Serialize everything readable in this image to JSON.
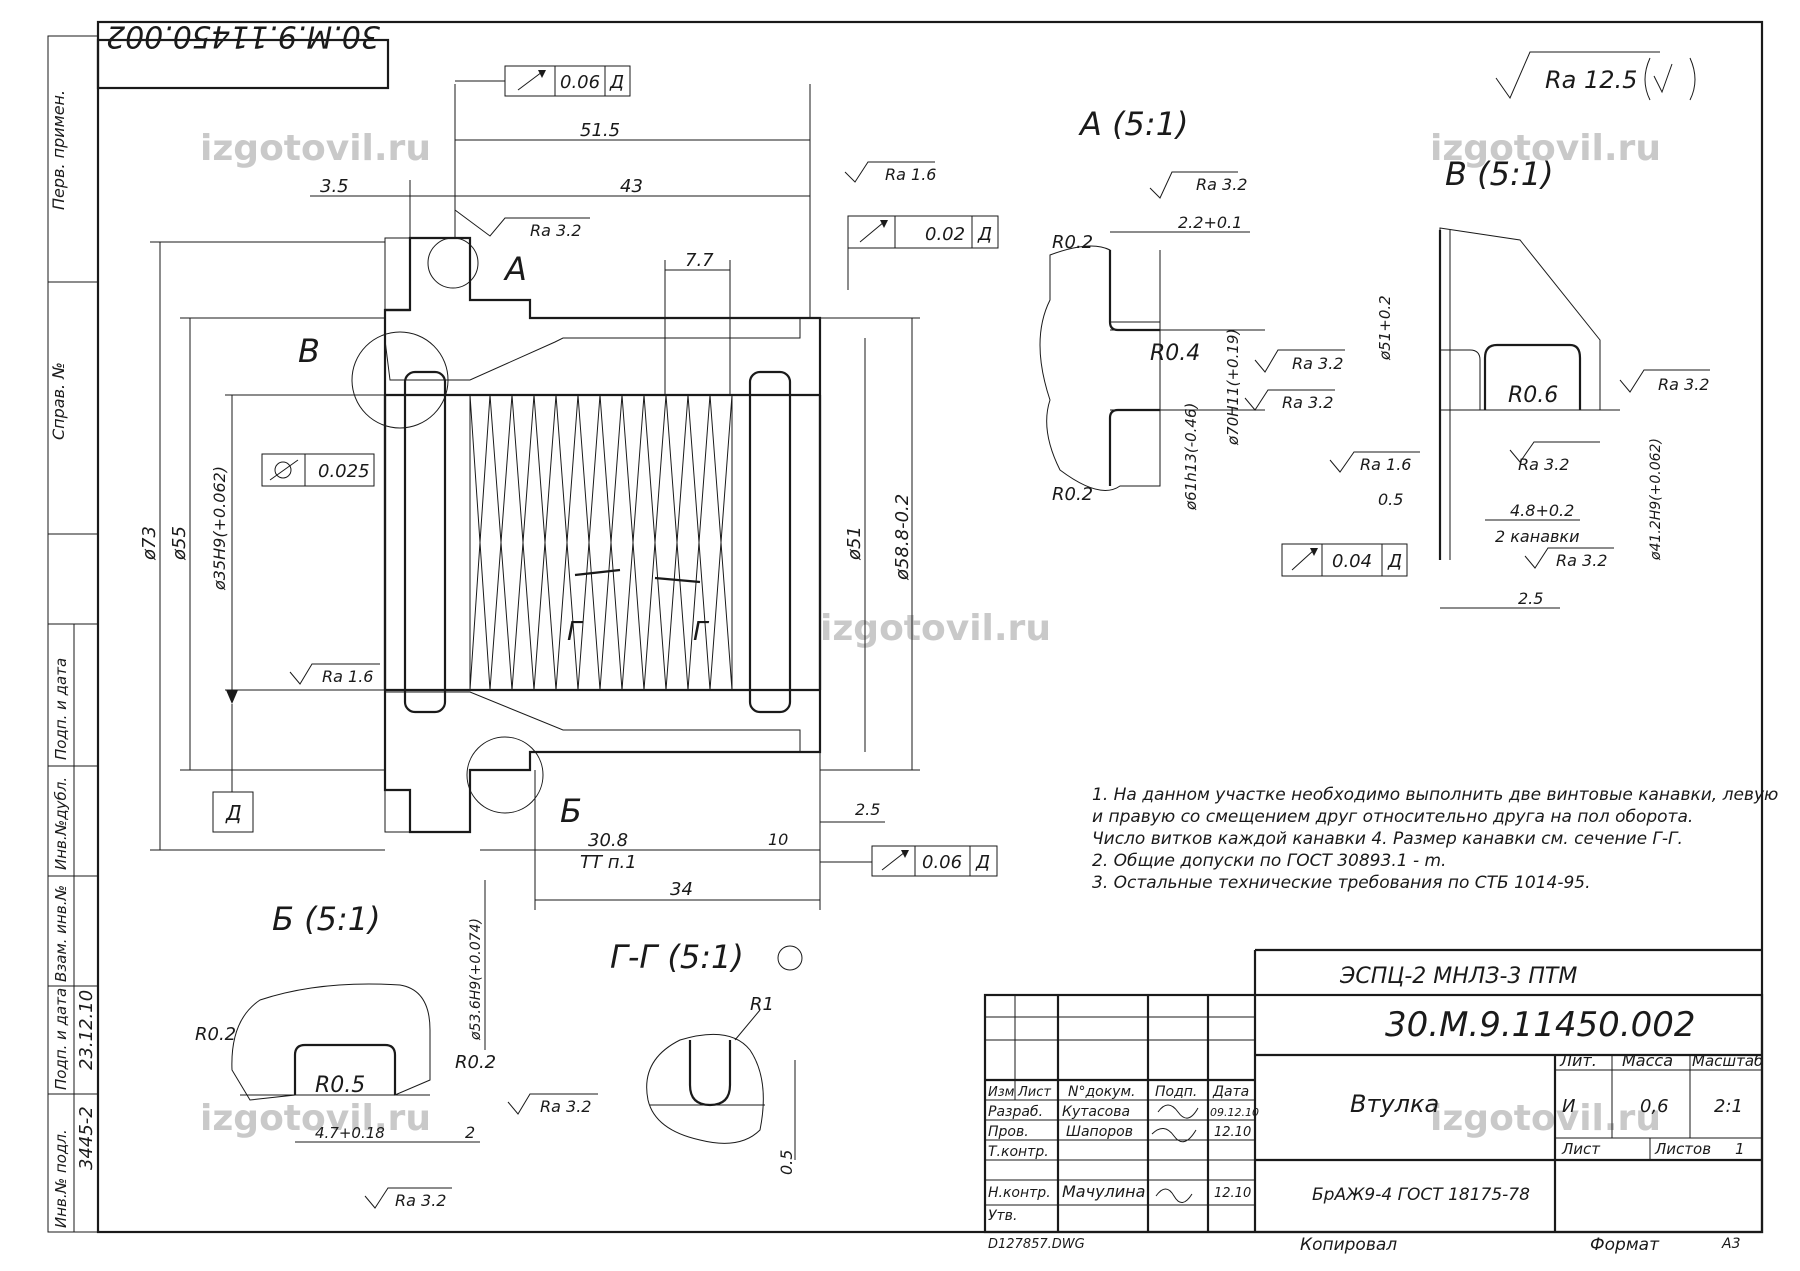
{
  "doc_number": "30.M.9.11450.002",
  "doc_number_rotated": "30.M.9.11450.002",
  "watermark": "izgotovil.ru",
  "roughness_general": "Ra 12.5",
  "side_labels": {
    "perv_primen": "Перв. примен.",
    "sprav_no": "Справ. №",
    "podp_data_1": "Подп. и дата",
    "inv_dubl": "Инв.№дубл.",
    "vzam_inv": "Взам. инв.№",
    "podp_data_2": "Подп. и дата",
    "inv_podl": "Инв.№ подл.",
    "handwritten_inv": "3445-2",
    "handwritten_date": "23.12.10"
  },
  "main_view": {
    "dims": {
      "d515": "51.5",
      "d43": "43",
      "d35": "3.5",
      "d77": "7.7",
      "d73": "ø73",
      "d55": "ø55",
      "d35h9": "ø35H9(+0.062)",
      "d51": "ø51",
      "d588": "ø58.8-0.2",
      "d308": "30.8",
      "tt": "TT п.1",
      "d34": "34",
      "d10": "10",
      "d25": "2.5",
      "d536": "ø53.6H9(+0.074)"
    },
    "rough": {
      "r16a": "Ra 1.6",
      "r32a": "Ra 3.2",
      "r16b": "Ra 1.6"
    },
    "tol": {
      "runout1": "0.06",
      "runout2": "0.02",
      "cyl": "0.025",
      "runout3": "0.06",
      "datum": "Д"
    },
    "labels": {
      "A": "A",
      "B": "B",
      "Bsmall": "Б",
      "G1": "Г",
      "G2": "Г",
      "datum_box": "Д"
    }
  },
  "view_A": {
    "title": "A (5:1)",
    "r02a": "R0.2",
    "r04": "R0.4",
    "r02b": "R0.2",
    "d22": "2.2+0.1",
    "d70": "ø70H11(+0.19)",
    "d61": "ø61h13(-0.46)",
    "ra1": "Ra 3.2",
    "ra2": "Ra 3.2",
    "ra3": "Ra 3.2"
  },
  "view_B": {
    "title": "B (5:1)",
    "d51": "ø51+0.2",
    "r06": "R0.6",
    "ra1": "Ra 3.2",
    "ra2": "Ra 3.2",
    "ra3": "Ra 1.6",
    "ra4": "Ra 3.2",
    "d05": "0.5",
    "d48": "4.8+0.2",
    "kanavki": "2 канавки",
    "d25": "2.5",
    "d412": "ø41.2H9(+0.062)",
    "tol": "0.04",
    "datum": "Д"
  },
  "view_Bsmall": {
    "title": "Б (5:1)",
    "r02a": "R0.2",
    "r05": "R0.5",
    "r02b": "R0.2",
    "d47": "4.7+0.18",
    "d2": "2",
    "ra1": "Ra 3.2",
    "ra2": "Ra 3.2"
  },
  "view_GG": {
    "title": "Г-Г (5:1)",
    "r1": "R1",
    "d05": "0.5"
  },
  "notes": [
    "1. На данном участке необходимо выполнить две винтовые канавки, левую",
    "и правую со смещением друг относительно друга на пол оборота.",
    "Число витков каждой канавки 4. Размер канавки см. сечение Г-Г.",
    "2. Общие допуски по ГОСТ 30893.1 - m.",
    "3. Остальные технические требования по СТБ 1014-95."
  ],
  "title_block": {
    "project": "ЭСПЦ-2   МНЛЗ-3 ПТМ",
    "designation": "30.M.9.11450.002",
    "name": "Втулка",
    "material": "БрАЖ9-4 ГОСТ 18175-78",
    "h_izm": "Изм",
    "h_list": "Лист",
    "h_ndok": "N°докум.",
    "h_podp": "Подп.",
    "h_data": "Дата",
    "razrab": "Разраб.",
    "razrab_name": "Кутасова",
    "razrab_date": "09.12.10",
    "prov": "Пров.",
    "prov_name": "Шапоров",
    "prov_date": "12.10",
    "tkontr": "Т.контр.",
    "nkontr": "Н.контр.",
    "nkontr_name": "Мачулина",
    "nkontr_date": "12.10",
    "utv": "Утв.",
    "lit": "Лит.",
    "massa": "Масса",
    "masshtab": "Масштаб",
    "lit_val": "И",
    "massa_val": "0,6",
    "masshtab_val": "2:1",
    "list": "Лист",
    "listov": "Листов",
    "listov_val": "1"
  },
  "footer": {
    "file": "D127857.DWG",
    "kopiroval": "Копировал",
    "format": "Формат",
    "format_val": "A3"
  }
}
